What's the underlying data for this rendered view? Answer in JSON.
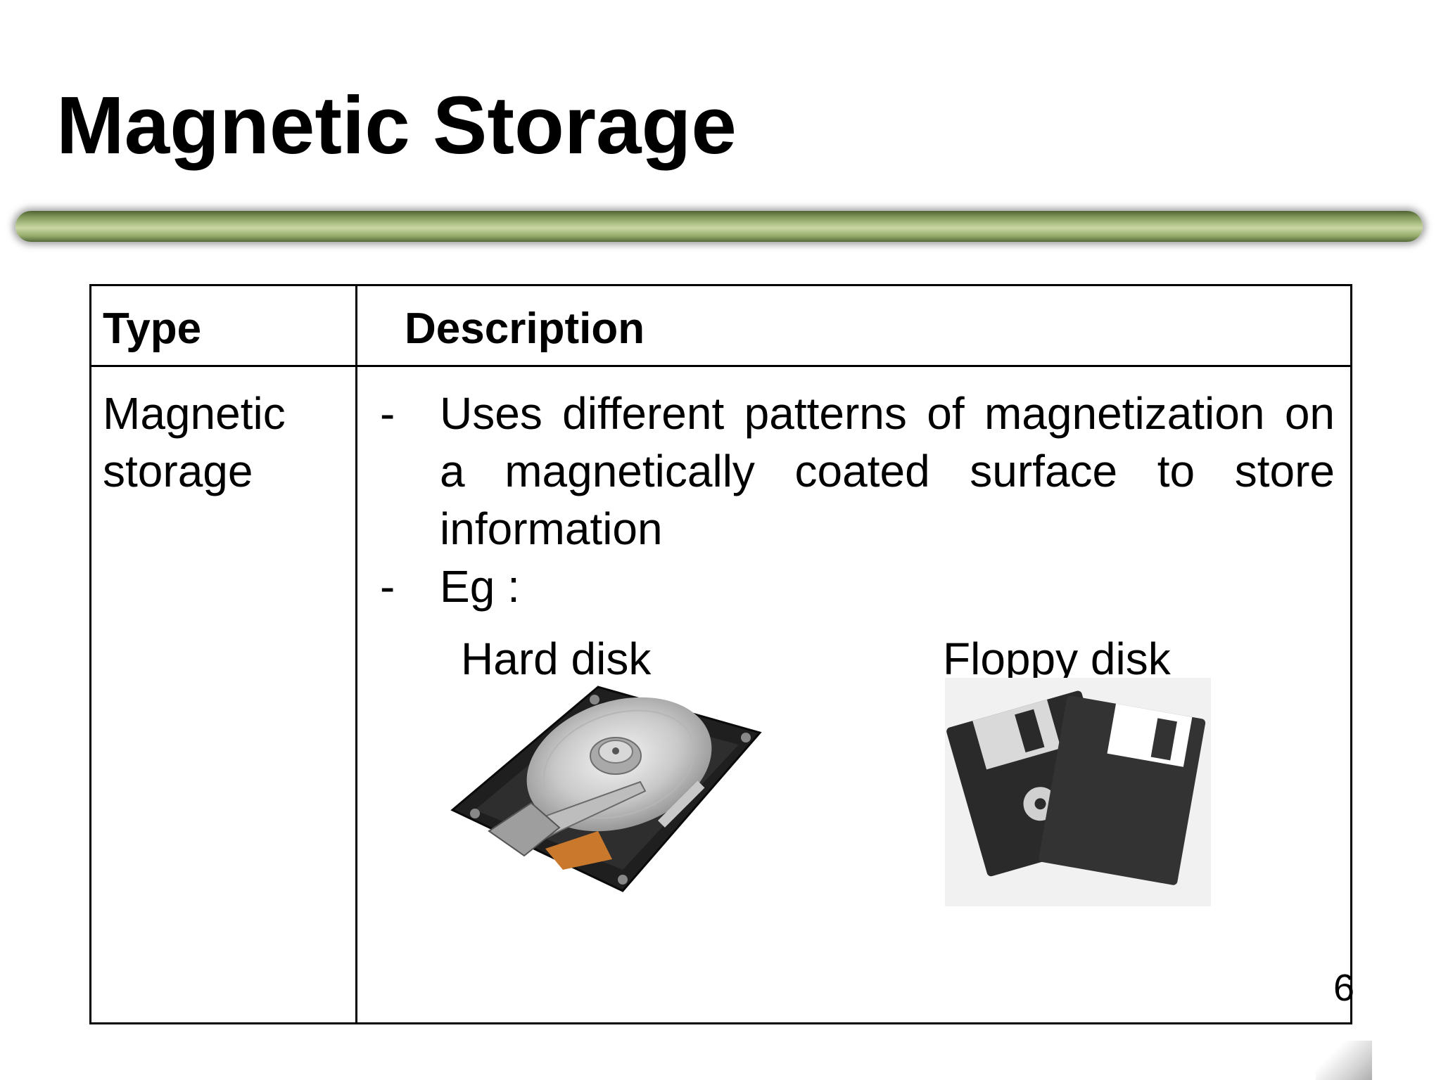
{
  "slide": {
    "title": "Magnetic Storage",
    "page_number": "6"
  },
  "table": {
    "headers": {
      "type": "Type",
      "description": "Description"
    },
    "rows": [
      {
        "type": "Magnetic storage",
        "bullets": [
          {
            "dash": "-",
            "text": "Uses different patterns of magnetization on a magnetically coated surface to store information"
          },
          {
            "dash": "-",
            "text": "Eg :"
          }
        ],
        "examples": [
          {
            "label": "Hard disk",
            "icon": "hard-disk-icon"
          },
          {
            "label": "Floppy disk",
            "icon": "floppy-disk-icon"
          }
        ]
      }
    ]
  },
  "colors": {
    "divider_bar": "#9fb47a",
    "text": "#000000",
    "background": "#ffffff"
  }
}
